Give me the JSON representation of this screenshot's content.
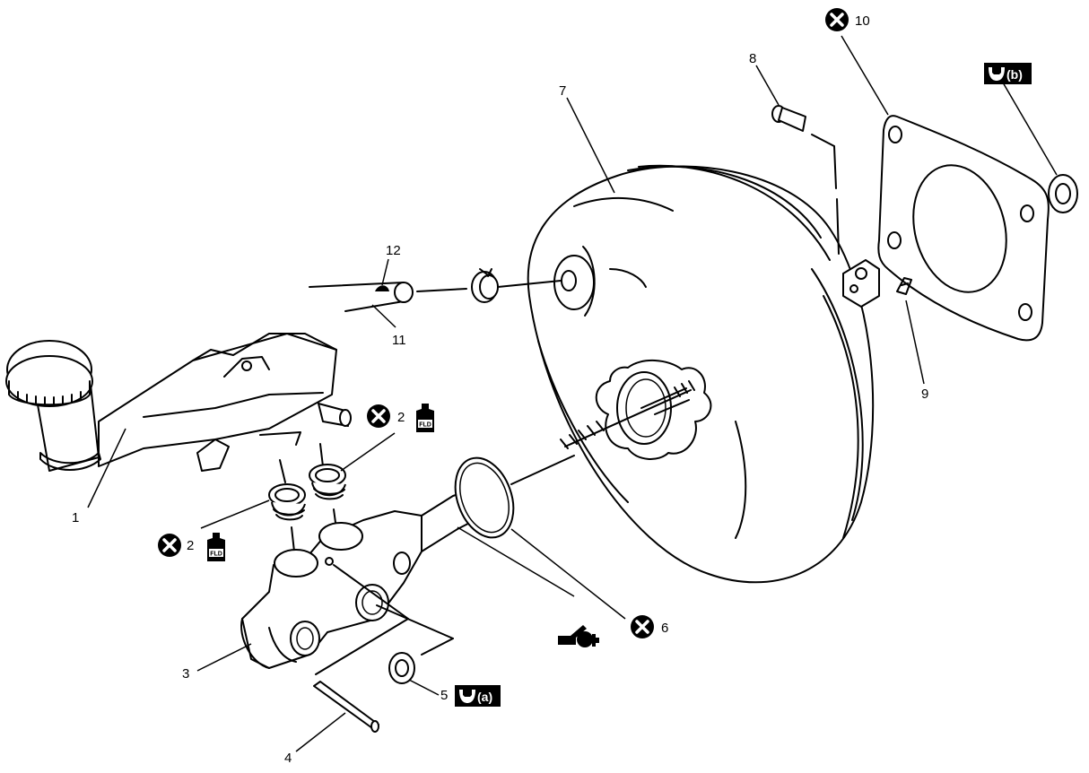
{
  "parts": {
    "p1": "1",
    "p2a": "2",
    "p2b": "2",
    "p3": "3",
    "p4": "4",
    "p5": "5",
    "p6": "6",
    "p7": "7",
    "p8": "8",
    "p9": "9",
    "p10": "10",
    "p11": "11",
    "p12": "12"
  },
  "torque_badges": {
    "a": "(a)",
    "b": "(b)"
  },
  "fluid_icon_text": "FLD",
  "icons": [
    "do-not-reuse-icon",
    "brake-fluid-icon",
    "torque-wrench-icon",
    "brake-grease-icon"
  ],
  "colors": {
    "line": "#000000",
    "background": "#ffffff"
  }
}
